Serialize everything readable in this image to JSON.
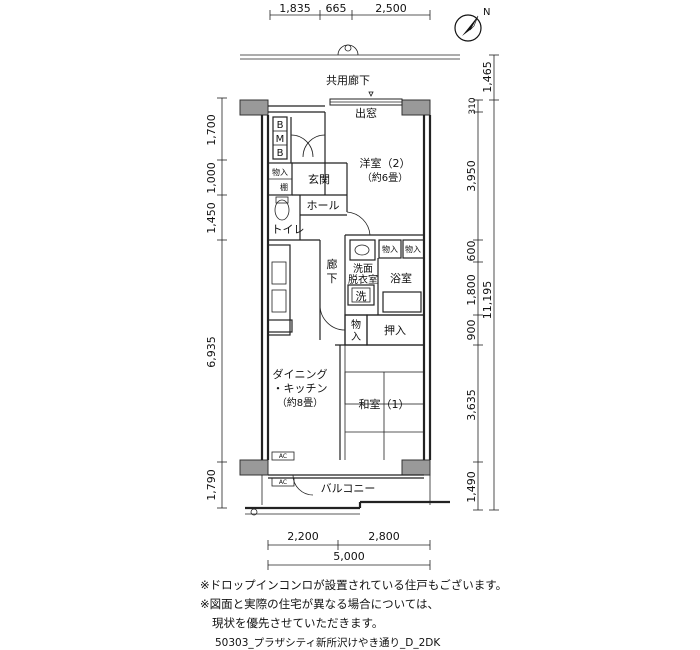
{
  "dimensions": {
    "top": [
      "1,835",
      "665",
      "2,500"
    ],
    "bottom_parts": [
      "2,200",
      "2,800"
    ],
    "bottom_total": "5,000",
    "left": [
      "1,700",
      "1,000",
      "1,450",
      "6,935",
      "1,790"
    ],
    "right": [
      "1,465",
      "310",
      "3,950",
      "600",
      "1,800",
      "900",
      "3,635",
      "1,490"
    ],
    "right_total": "11,195"
  },
  "compass": {
    "label": "N"
  },
  "rooms": {
    "corridor": "共用廊下",
    "demado": "出窓",
    "youshitsu": "洋室（2）",
    "youshitsu_size": "（約6畳）",
    "genkan": "玄関",
    "hall": "ホール",
    "toilet": "トイレ",
    "rouka_1": "廊",
    "rouka_2": "下",
    "senmen_1": "洗面",
    "senmen_2": "脱衣室",
    "sen": "洗",
    "yokushitsu": "浴室",
    "oshiire": "押入",
    "dk_1": "ダイニング",
    "dk_2": "・キッチン",
    "dk_size": "（約8畳）",
    "washitsu": "和室（1）",
    "balcony": "バルコニー"
  },
  "small_labels": {
    "b": "B",
    "mb_m": "M",
    "mb_b": "B",
    "monoire": "物入",
    "tana": "棚",
    "monoire_a": "物入",
    "monoire_b": "物入",
    "mono_v1": "物",
    "mono_v2": "入",
    "ac_1": "AC",
    "ac_2": "AC"
  },
  "notes": [
    "※ドロップインコンロが設置されている住戸もございます。",
    "※図面と実際の住宅が異なる場合については、",
    "現状を優先させていただきます。"
  ],
  "caption": "50303_プラザシティ新所沢けやき通り_D_2DK"
}
